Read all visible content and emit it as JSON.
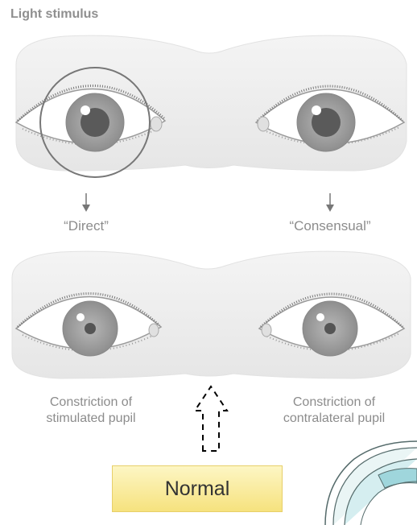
{
  "title": "Light stimulus",
  "labels": {
    "direct": "“Direct”",
    "consensual": "“Consensual”"
  },
  "captions": {
    "left_line1": "Constriction of",
    "left_line2": "stimulated pupil",
    "right_line1": "Constriction of",
    "right_line2": "contralateral pupil"
  },
  "result_box": "Normal",
  "colors": {
    "face": "#eeeeee",
    "iris": "#9a9a9a",
    "pupil": "#555555",
    "box_fill": "#f8e68c",
    "arrow": "#000000"
  }
}
